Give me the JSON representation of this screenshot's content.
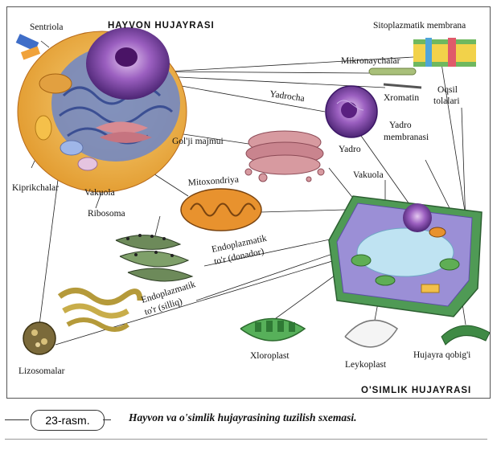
{
  "titles": {
    "animal": "HAYVON  HUJAYRASI",
    "plant": "O'SIMLIK  HUJAYRASI"
  },
  "labels": {
    "sentriola": "Sentriola",
    "sitoplazmatik": "Sitoplazmatik membrana",
    "mikronaychalar": "Mikronaychalar",
    "oqsil1": "Oqsil",
    "oqsil2": "tolalari",
    "yadrocha": "Yadrocha",
    "xromatin": "Xromatin",
    "yadro_membranasi1": "Yadro",
    "yadro_membranasi2": "membranasi",
    "yadro": "Yadro",
    "golji": "Gol'ji majmui",
    "mitoxondriya": "Mitoxondriya",
    "vakuola_plant": "Vakuola",
    "kiprikchalar": "Kiprikchalar",
    "vakuola_animal": "Vakuola",
    "ribosoma": "Ribosoma",
    "er_donador1": "Endoplazmatik",
    "er_donador2": "to'r (donador)",
    "er_silliq1": "Endoplazmatik",
    "er_silliq2": "to'r (silliq)",
    "lizosomalar": "Lizosomalar",
    "xloroplast": "Xloroplast",
    "leykoplast": "Leykoplast",
    "hujayra_qobigi": "Hujayra qobig'i"
  },
  "caption": {
    "number": "23-rasm.",
    "text": "Hayvon va o'simlik hujayrasining tuzilish sxemasi."
  },
  "colors": {
    "cytoplasm": "#f2c04a",
    "er": "#6f86c9",
    "nucleus": "#7b3a9a",
    "golgi": "#c98a90",
    "mito": "#e08a2e",
    "plant_wall": "#4f9a55",
    "plant_vacuole": "#bfe3f2"
  }
}
